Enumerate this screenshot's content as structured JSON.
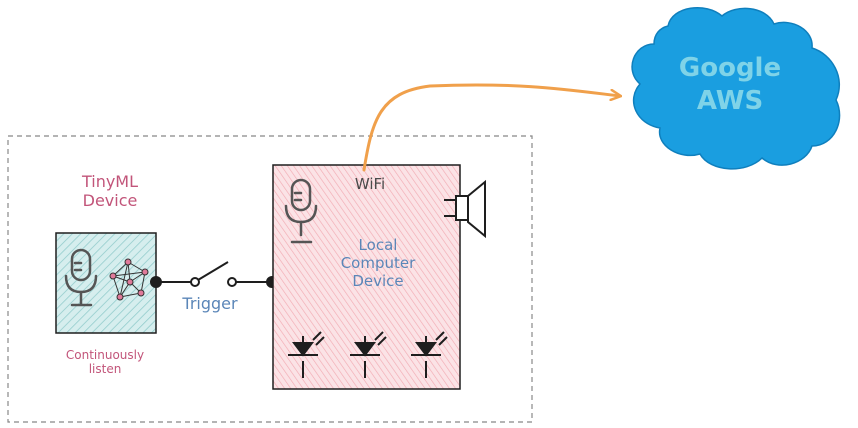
{
  "tinyml": {
    "title_line1": "TinyML",
    "title_line2": "Device",
    "caption_line1": "Continuously",
    "caption_line2": "listen"
  },
  "switch": {
    "label": "Trigger"
  },
  "local": {
    "wifi": "WiFi",
    "line1": "Local",
    "line2": "Computer",
    "line3": "Device"
  },
  "cloud": {
    "line1": "Google",
    "line2": "AWS"
  },
  "colors": {
    "tinyml_fill": "#bfe3e3",
    "local_fill": "#f6c9cf",
    "cloud_fill": "#1a9ee0",
    "arrow": "#f0a04b",
    "boundary": "#888888"
  }
}
